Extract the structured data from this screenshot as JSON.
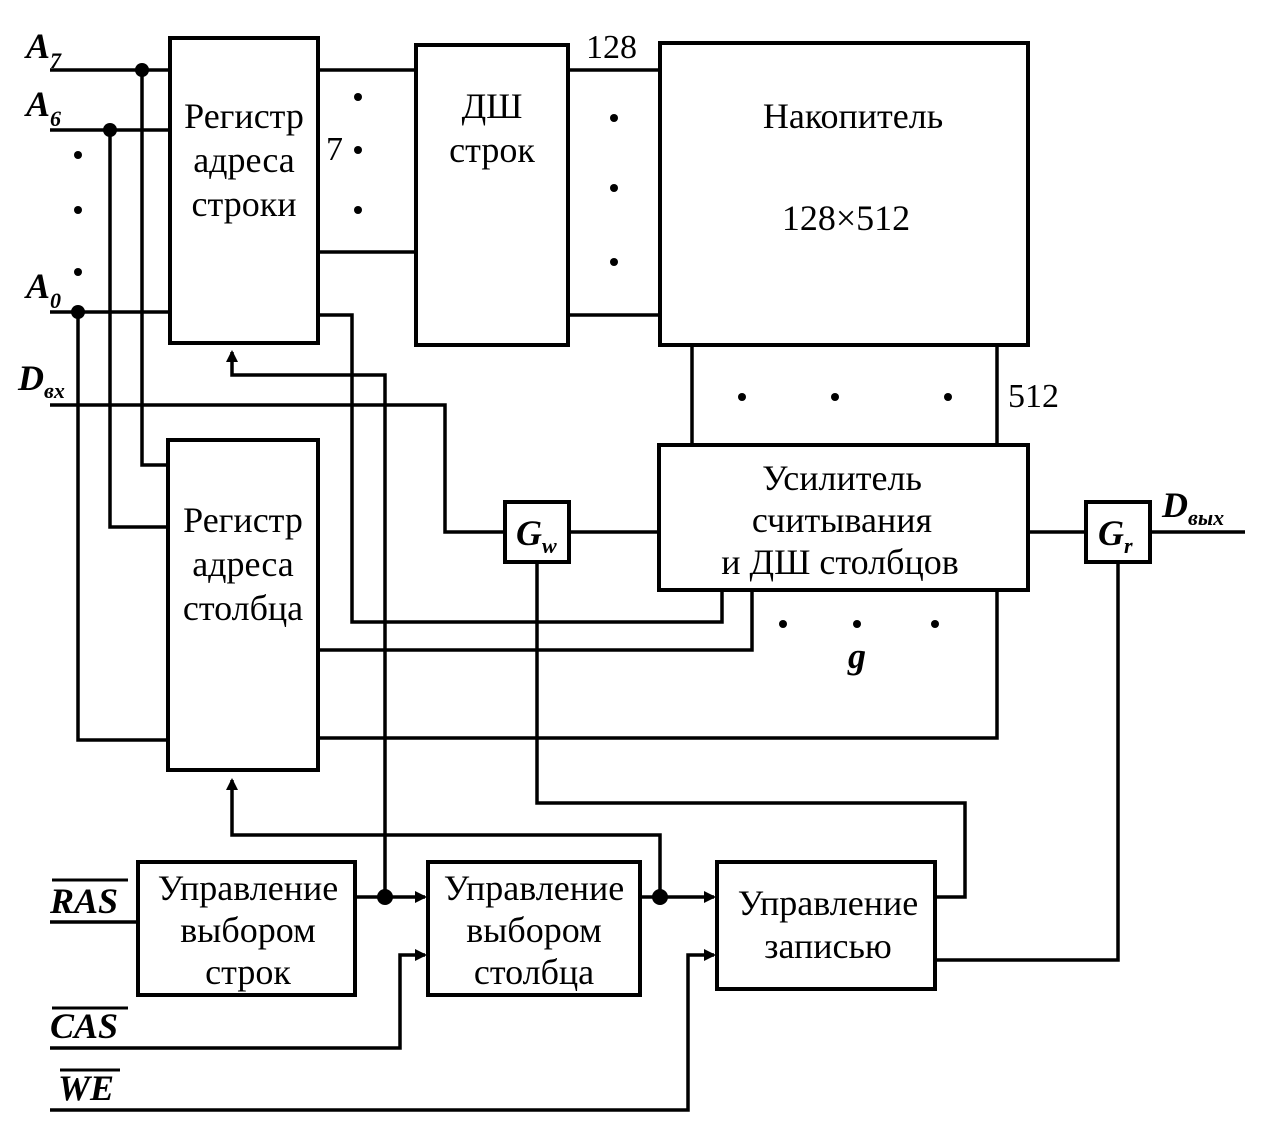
{
  "blocks": {
    "row_register": [
      "Регистр",
      "адреса",
      "строки"
    ],
    "row_decoder": [
      "ДШ",
      "строк"
    ],
    "storage": {
      "title": "Накопитель",
      "size": "128×512"
    },
    "col_register": [
      "Регистр",
      "адреса",
      "столбца"
    ],
    "sense_amp": [
      "Усилитель",
      "считывания",
      "и ДШ столбцов"
    ],
    "gw": {
      "main": "G",
      "sub": "w"
    },
    "gr": {
      "main": "G",
      "sub": "r"
    },
    "ras_ctrl": [
      "Управление",
      "выбором",
      "строк"
    ],
    "cas_ctrl": [
      "Управление",
      "выбором",
      "столбца"
    ],
    "we_ctrl": [
      "Управление",
      "записью"
    ]
  },
  "signals": {
    "a7": {
      "main": "A",
      "sub": "7"
    },
    "a6": {
      "main": "A",
      "sub": "6"
    },
    "a0": {
      "main": "A",
      "sub": "0"
    },
    "din": {
      "main": "D",
      "sub": "вх"
    },
    "dout": {
      "main": "D",
      "sub": "вых"
    },
    "ras": "RAS",
    "cas": "CAS",
    "we": "WE"
  },
  "bus_labels": {
    "row_bus": "7",
    "decoder_out": "128",
    "storage_out": "512",
    "col_bus": "g"
  }
}
